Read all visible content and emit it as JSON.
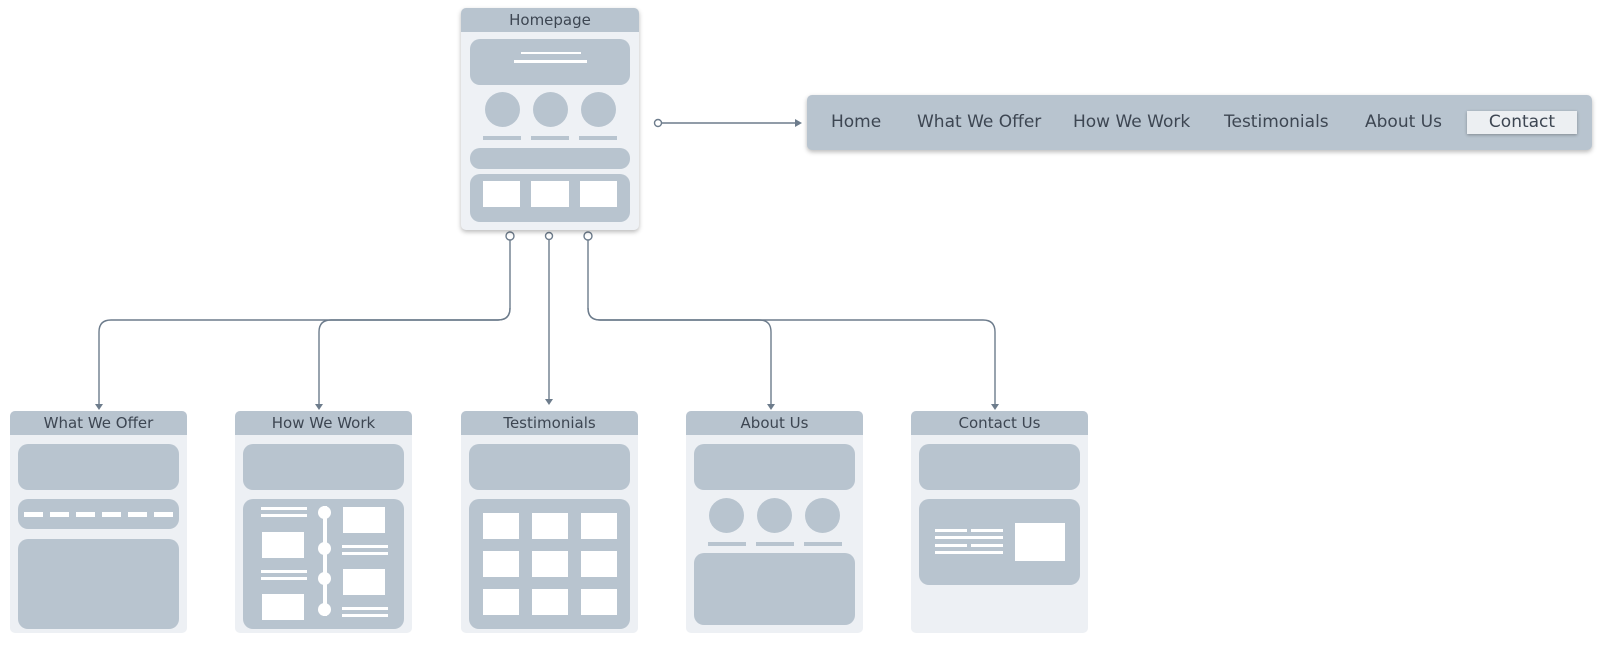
{
  "homepage": {
    "title": "Homepage"
  },
  "navbar": {
    "items": [
      "Home",
      "What We Offer",
      "How We Work",
      "Testimonials",
      "About Us"
    ],
    "contact": "Contact"
  },
  "pages": {
    "what_we_offer": "What We Offer",
    "how_we_work": "How We Work",
    "testimonials": "Testimonials",
    "about_us": "About Us",
    "contact_us": "Contact Us"
  },
  "colors": {
    "block": "#b8c4cf",
    "card_bg": "#edf0f4",
    "connector": "#6d7c8c",
    "text": "#3d4652"
  }
}
